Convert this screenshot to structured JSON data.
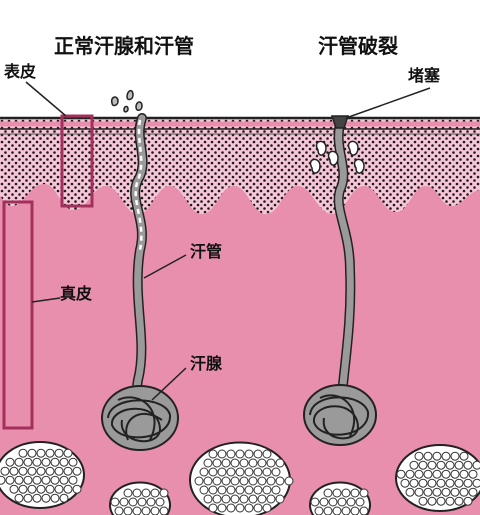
{
  "titles": {
    "normal": "正常汗腺和汗管",
    "ruptured": "汗管破裂"
  },
  "labels": {
    "epidermis": "表皮",
    "blockage": "堵塞",
    "sweat_duct": "汗管",
    "dermis": "真皮",
    "sweat_gland": "汗腺"
  },
  "colors": {
    "dermis_pink": "#e98fae",
    "epidermis_pink": "#f6c6d8",
    "highlight_box": "#a3305c",
    "duct_gray": "#9a9a9a",
    "outline": "#222222"
  }
}
